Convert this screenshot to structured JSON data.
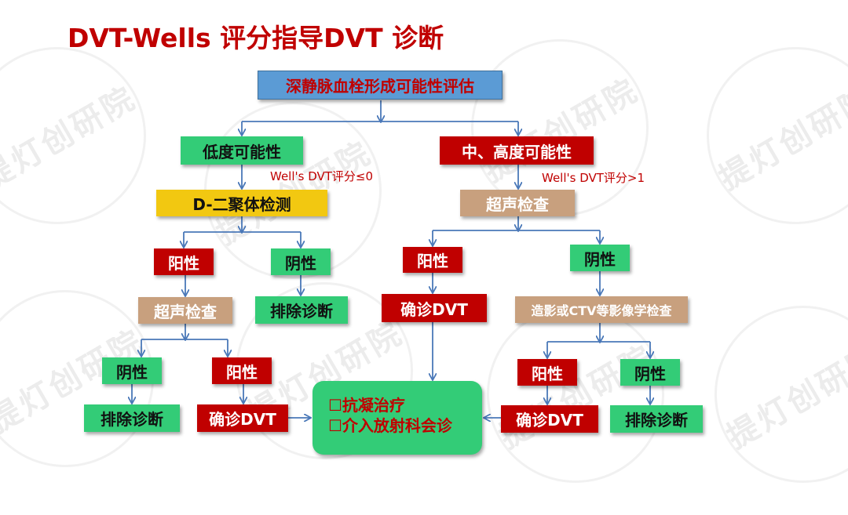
{
  "title": "DVT-Wells 评分指导DVT 诊断",
  "watermark": "提灯创研院",
  "colors": {
    "accent_red": "#c00000",
    "green": "#33cc77",
    "blue": "#5b9bd5",
    "yellow": "#f2c811",
    "tan": "#c8a07e",
    "arrow": "#4a78b8"
  },
  "nodes": {
    "root": "深静脉血栓形成可能性评估",
    "low": "低度可能性",
    "mid_high": "中、高度可能性",
    "d_dimer": "D-二聚体检测",
    "ultrasound_right": "超声检查",
    "ddimer_pos": "阳性",
    "ddimer_neg": "阴性",
    "exclude_1": "排除诊断",
    "ultrasound_left": "超声检查",
    "us_left_neg": "阴性",
    "us_left_pos": "阳性",
    "exclude_2": "排除诊断",
    "confirm_1": "确诊DVT",
    "us_right_pos": "阳性",
    "us_right_neg": "阴性",
    "confirm_2": "确诊DVT",
    "imaging": "造影或CTV等影像学检查",
    "img_pos": "阳性",
    "img_neg": "阴性",
    "confirm_3": "确诊DVT",
    "exclude_3": "排除诊断"
  },
  "conditions": {
    "low": "Well's DVT评分≤0",
    "high": "Well's DVT评分>1"
  },
  "treatment": {
    "line1": "☐抗凝治疗",
    "line2": "☐介入放射科会诊"
  }
}
